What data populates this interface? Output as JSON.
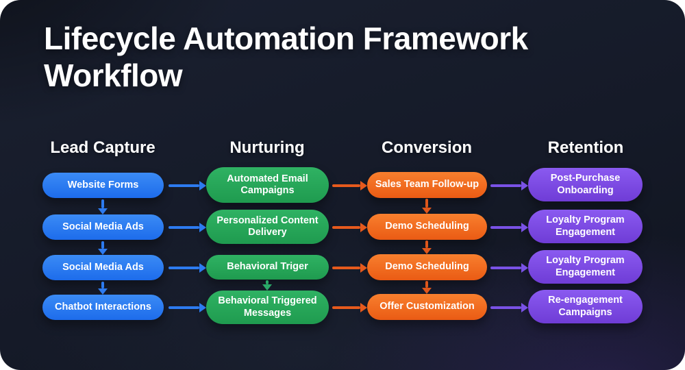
{
  "page": {
    "title": "Lifecycle Automation Framework Workflow",
    "background_color": "#151a28",
    "text_color": "#ffffff"
  },
  "columns": [
    {
      "header": "Lead Capture",
      "accent": "#2a7af2",
      "items": [
        "Website Forms",
        "Social Media Ads",
        "Social Media Ads",
        "Chatbot Interactions"
      ]
    },
    {
      "header": "Nurturing",
      "accent": "#27a75a",
      "items": [
        "Automated Email Campaigns",
        "Personalized Content Delivery",
        "Behavioral Triger",
        "Behavioral Triggered Messages"
      ]
    },
    {
      "header": "Conversion",
      "accent": "#f0661d",
      "items": [
        "Sales Team Follow-up",
        "Demo Scheduling",
        "Demo Scheduling",
        "Offer Customization"
      ]
    },
    {
      "header": "Retention",
      "accent": "#7c4ae0",
      "items": [
        "Post-Purchase Onboarding",
        "Loyalty Program Engagement",
        "Loyalty Program Engagement",
        "Re-engagement Campaigns"
      ]
    }
  ],
  "arrows": {
    "horizontal": [
      {
        "from": "Lead Capture",
        "to": "Nurturing",
        "color": "#2d7bf0",
        "rows": [
          1,
          2,
          3,
          4
        ]
      },
      {
        "from": "Nurturing",
        "to": "Conversion",
        "color": "#e65a1d",
        "rows": [
          1,
          2,
          3,
          4
        ]
      },
      {
        "from": "Conversion",
        "to": "Retention",
        "color": "#7a52e6",
        "rows": [
          1,
          2,
          3,
          4
        ]
      }
    ],
    "vertical": [
      {
        "column": "Lead Capture",
        "color": "#2d7bf0",
        "between_rows": [
          "1-2",
          "2-3",
          "3-4"
        ]
      },
      {
        "column": "Nurturing",
        "color": "#2aa968",
        "between_rows": [
          "3-4"
        ]
      },
      {
        "column": "Conversion",
        "color": "#df571b",
        "between_rows": [
          "1-2",
          "2-3",
          "3-4"
        ]
      }
    ]
  }
}
